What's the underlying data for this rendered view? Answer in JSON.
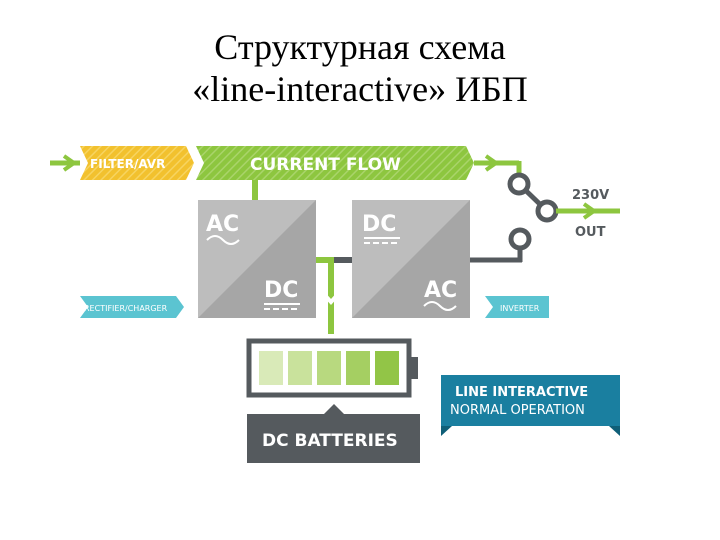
{
  "title": {
    "line1": "Структурная схема",
    "line2": "«line-interactive» ИБП"
  },
  "diagram": {
    "filter_label": "FILTER/AVR",
    "current_flow_label": "CURRENT FLOW",
    "rectifier_label": "RECTIFIER/CHARGER",
    "inverter_label": "INVERTER",
    "rectifier_top": "AC",
    "rectifier_bottom": "DC",
    "inverter_top": "DC",
    "inverter_bottom": "AC",
    "output_voltage": "230V",
    "output_label": "OUT",
    "battery_label": "DC BATTERIES",
    "mode_line1": "LINE INTERACTIVE",
    "mode_line2": "NORMAL OPERATION",
    "battery_cells": 5,
    "colors": {
      "green": "#8dc63f",
      "yellow": "#f2c12e",
      "teal": "#5bc4d1",
      "blue": "#1a7fa0",
      "gray_dark": "#555a5e",
      "gray_box": "#b7b7b7"
    }
  }
}
